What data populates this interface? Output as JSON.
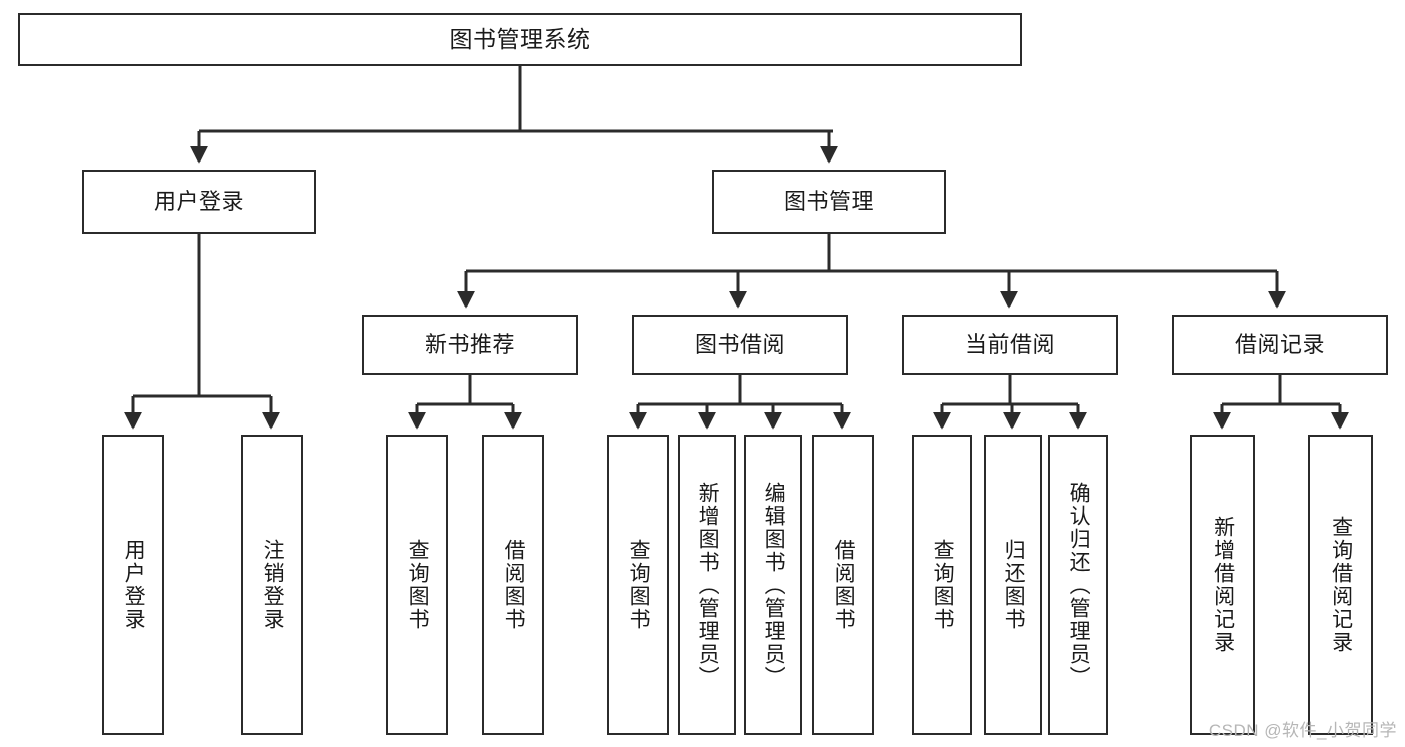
{
  "diagram": {
    "title": "图书管理系统",
    "type": "hierarchy-tree",
    "watermark": "CSDN @软件_小贺同学",
    "colors": {
      "stroke": "#2b2b2b",
      "background": "#ffffff",
      "text": "#1a1a1a",
      "watermark": "#b6b6b6"
    },
    "nodes": {
      "root": {
        "label": "图书管理系统"
      },
      "level1": [
        {
          "id": "user-login",
          "label": "用户登录"
        },
        {
          "id": "book-manage",
          "label": "图书管理"
        }
      ],
      "level2": [
        {
          "id": "new-book-recommend",
          "label": "新书推荐"
        },
        {
          "id": "book-borrow",
          "label": "图书借阅"
        },
        {
          "id": "current-borrow",
          "label": "当前借阅"
        },
        {
          "id": "borrow-record",
          "label": "借阅记录"
        }
      ],
      "leaves": [
        {
          "id": "leaf-user-login",
          "label": "用户登录",
          "parent": "user-login"
        },
        {
          "id": "leaf-logout",
          "label": "注销登录",
          "parent": "user-login"
        },
        {
          "id": "leaf-query-book-1",
          "label": "查询图书",
          "parent": "new-book-recommend"
        },
        {
          "id": "leaf-borrow-book-1",
          "label": "借阅图书",
          "parent": "new-book-recommend"
        },
        {
          "id": "leaf-query-book-2",
          "label": "查询图书",
          "parent": "book-borrow"
        },
        {
          "id": "leaf-add-book",
          "label": "新增图书（管理员）",
          "parent": "book-borrow"
        },
        {
          "id": "leaf-edit-book",
          "label": "编辑图书（管理员）",
          "parent": "book-borrow"
        },
        {
          "id": "leaf-borrow-book-2",
          "label": "借阅图书",
          "parent": "book-borrow"
        },
        {
          "id": "leaf-query-book-3",
          "label": "查询图书",
          "parent": "current-borrow"
        },
        {
          "id": "leaf-return-book",
          "label": "归还图书",
          "parent": "current-borrow"
        },
        {
          "id": "leaf-confirm-return",
          "label": "确认归还（管理员）",
          "parent": "current-borrow"
        },
        {
          "id": "leaf-add-record",
          "label": "新增借阅记录",
          "parent": "borrow-record"
        },
        {
          "id": "leaf-query-record",
          "label": "查询借阅记录",
          "parent": "borrow-record"
        }
      ]
    }
  }
}
